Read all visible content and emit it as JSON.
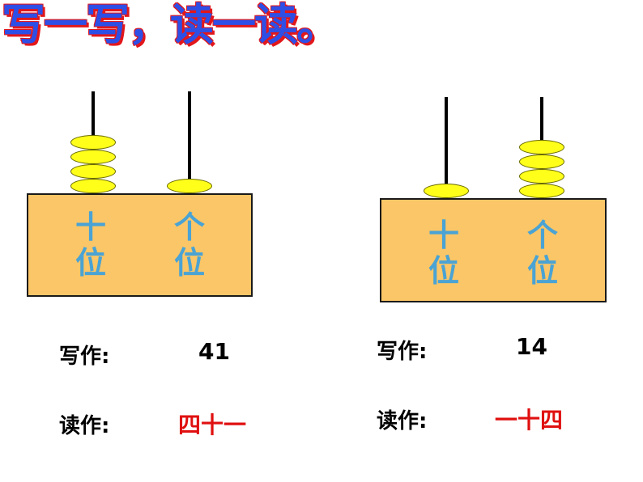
{
  "title": "写一写，读一读。",
  "colors": {
    "title_fill": "#2d4fe6",
    "title_shadow": "#e2171b",
    "bead": "#ffff1a",
    "base": "#fbc667",
    "place_text": "#4aa3d4",
    "reading_text": "#e01010"
  },
  "abacuses": [
    {
      "tens_beads": 4,
      "ones_beads": 1,
      "tens_label_line1": "十",
      "tens_label_line2": "位",
      "ones_label_line1": "个",
      "ones_label_line2": "位",
      "write_label": "写作:",
      "write_value": "41",
      "read_label": "读作:",
      "read_value": "四十一"
    },
    {
      "tens_beads": 1,
      "ones_beads": 4,
      "tens_label_line1": "十",
      "tens_label_line2": "位",
      "ones_label_line1": "个",
      "ones_label_line2": "位",
      "write_label": "写作:",
      "write_value": "14",
      "read_label": "读作:",
      "read_value": "一十四"
    }
  ]
}
